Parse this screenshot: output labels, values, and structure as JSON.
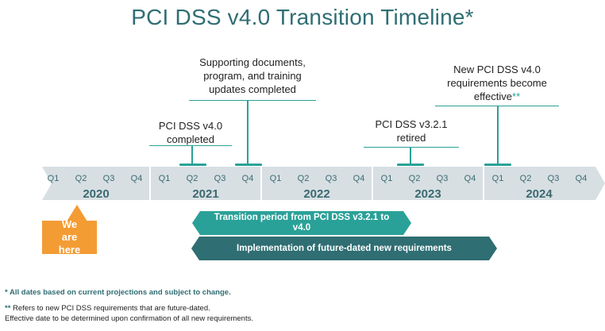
{
  "title": "PCI DSS v4.0 Transition Timeline*",
  "milestones": {
    "v40_completed": "PCI DSS v4.0 completed",
    "supporting_docs": "Supporting documents, program, and training updates completed",
    "v321_retired": "PCI DSS v3.2.1 retired",
    "new_reqs_effective": "New PCI DSS v4.0 requirements become effective",
    "new_reqs_marker": "**"
  },
  "quarters": [
    "Q1",
    "Q2",
    "Q3",
    "Q4"
  ],
  "years": [
    "2020",
    "2021",
    "2022",
    "2023",
    "2024"
  ],
  "we_are_here": "We are here",
  "bars": {
    "transition": "Transition period from PCI DSS v3.2.1 to v4.0",
    "implementation": "Implementation of future-dated new requirements"
  },
  "footnotes": {
    "note1": "* All dates based on current projections and subject to change.",
    "note2_marker": "**",
    "note2": " Refers to new PCI DSS requirements that are future-dated.",
    "note3": "Effective date to be determined upon confirmation of all new requirements."
  },
  "colors": {
    "accent": "#2aa198",
    "title": "#2f6e73",
    "timeline_band": "#d7dfe3",
    "we_are_here": "#f39c34",
    "transition_bar": "#2aa198",
    "implementation_bar": "#2f6e73"
  }
}
